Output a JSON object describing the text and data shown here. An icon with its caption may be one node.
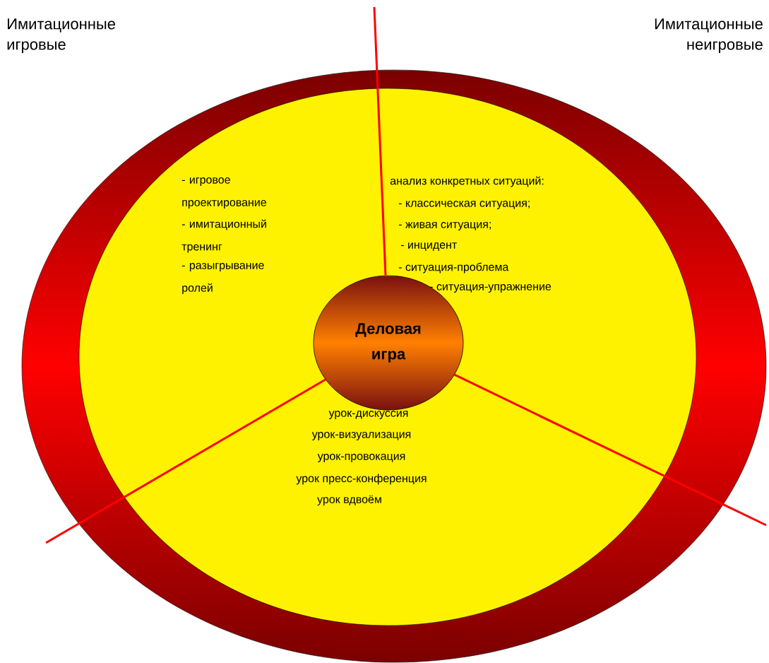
{
  "diagram": {
    "nodes": [
      {
        "text": [
          "Деловая игра"
        ]
      }
    ],
    "labels": [
      "Имитационные игровые",
      "Имитационные неигровые",
      "- игровое проектирование",
      "- имитационный тренинг",
      "- разыгрывание ролей",
      "анализ конкретных ситуаций:",
      "- классическая ситуация;",
      "- живая ситуация;",
      "- инцидент",
      "- ситуация-проблема",
      "- ситуация-упражнение",
      "урок-дискуссия",
      "урок-визуализация",
      "урок-провокация",
      "урок пресс-конференция",
      "урок вдвоём"
    ]
  }
}
